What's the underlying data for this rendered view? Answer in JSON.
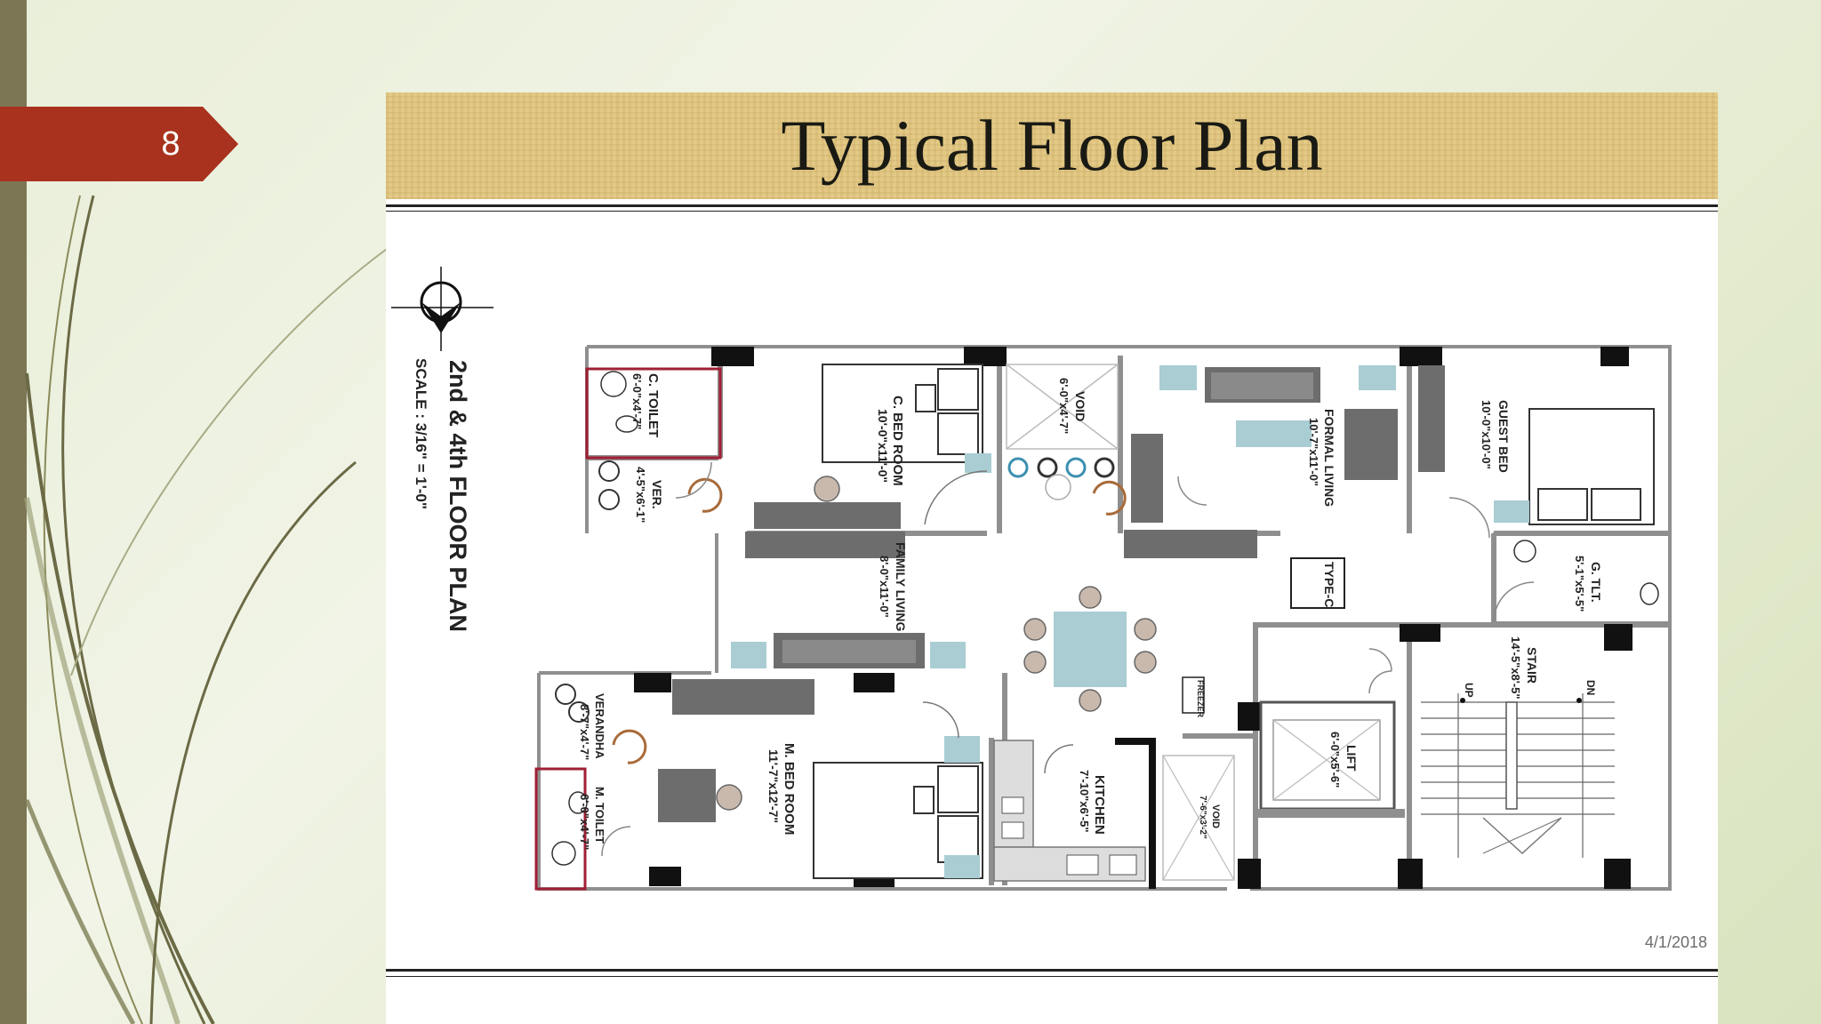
{
  "slide": {
    "number": "8",
    "title": "Typical Floor Plan",
    "date": "4/1/2018"
  },
  "plan": {
    "heading": "2nd & 4th FLOOR PLAN",
    "scale": "SCALE : 3/16\" = 1'-0\"",
    "rooms": {
      "c_toilet": {
        "name": "C. TOILET",
        "dims": "6'-0\"x4'-7\""
      },
      "ver": {
        "name": "VER.",
        "dims": "4'-5\"x6'-1\""
      },
      "c_bed_room": {
        "name": "C. BED ROOM",
        "dims": "10'-0\"x11'-0\""
      },
      "void_top": {
        "name": "VOID",
        "dims": "6'-0\"x4'-7\""
      },
      "formal_living": {
        "name": "FORMAL LIVING",
        "dims": "10'-7\"x11'-0\""
      },
      "guest_bed": {
        "name": "GUEST BED",
        "dims": "10'-0\"x10'-0\""
      },
      "family_living": {
        "name": "FAMILY LIVING",
        "dims": "8'-0\"x11'-0\""
      },
      "g_tlt": {
        "name": "G. TLT.",
        "dims": "5'-1\"x5'-5\""
      },
      "type_c": {
        "name": "TYPE-C"
      },
      "stair": {
        "name": "STAIR",
        "dims": "14'-5\"x8'-5\""
      },
      "up": {
        "name": "UP"
      },
      "dn": {
        "name": "DN"
      },
      "verandha": {
        "name": "VERANDHA",
        "dims": "8'-7\"x4'-7\""
      },
      "m_bed_room": {
        "name": "M. BED ROOM",
        "dims": "11'-7\"x12'-7\""
      },
      "m_toilet": {
        "name": "M. TOILET",
        "dims": "6'-0\"x4'-7\""
      },
      "kitchen": {
        "name": "KITCHEN",
        "dims": "7'-10\"x6'-5\""
      },
      "void_bottom": {
        "name": "VOID",
        "dims": "7'-6\"x3'-2\""
      },
      "lift": {
        "name": "LIFT",
        "dims": "6'-0\"x5'-6\""
      },
      "freezer": {
        "name": "FREEZER"
      }
    }
  },
  "colors": {
    "accent_tag": "#a8321e",
    "left_strip": "#7d7654",
    "banner": "#e3c985",
    "furniture_gray": "#6d6d6d",
    "furniture_teal": "#a9cdd3",
    "toilet_border": "#a01f35"
  }
}
